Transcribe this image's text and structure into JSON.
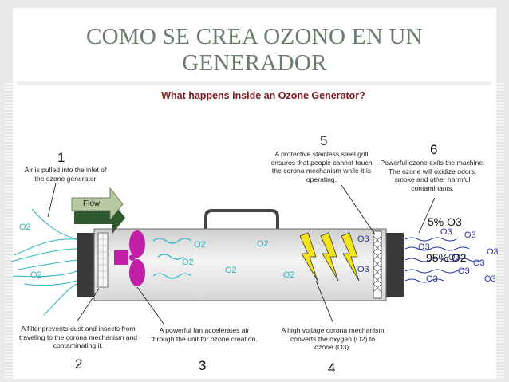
{
  "slide": {
    "title": "COMO SE CREA OZONO EN UN GENERADOR"
  },
  "diagram": {
    "title": "What happens inside an Ozone Generator?",
    "flow_label": "Flow",
    "steps": [
      {
        "number": "1",
        "text": "Air is pulled into the inlet of the ozone generator"
      },
      {
        "number": "2",
        "text": "A filter prevents dust and insects from traveling to the corona mechanism and contaminating it."
      },
      {
        "number": "3",
        "text": "A powerful fan accelerates air through the unit for ozone creation."
      },
      {
        "number": "4",
        "text": "A high voltage corona mechanism converts the oxygen (O2) to ozone (O3)."
      },
      {
        "number": "5",
        "text": "A protective stainless steel grill ensures that people cannot touch the corona mechanism while it is operating."
      },
      {
        "number": "6",
        "text": "Powerful ozone exits the machine.  The ozone will oxidize odors, smoke and other harmful contaminants."
      }
    ],
    "output_mix": {
      "ozone": "5% O3",
      "oxygen": "95% O2"
    },
    "molecule_labels": {
      "oxygen": "O2",
      "ozone": "O3"
    }
  },
  "colors": {
    "title": "#6b7b6c",
    "diagram_title": "#7a1a1a",
    "fan": "#c21fa8",
    "bolt": "#f2e31a",
    "oxygen": "#2bb6c0",
    "ozone": "#2c37a8"
  }
}
